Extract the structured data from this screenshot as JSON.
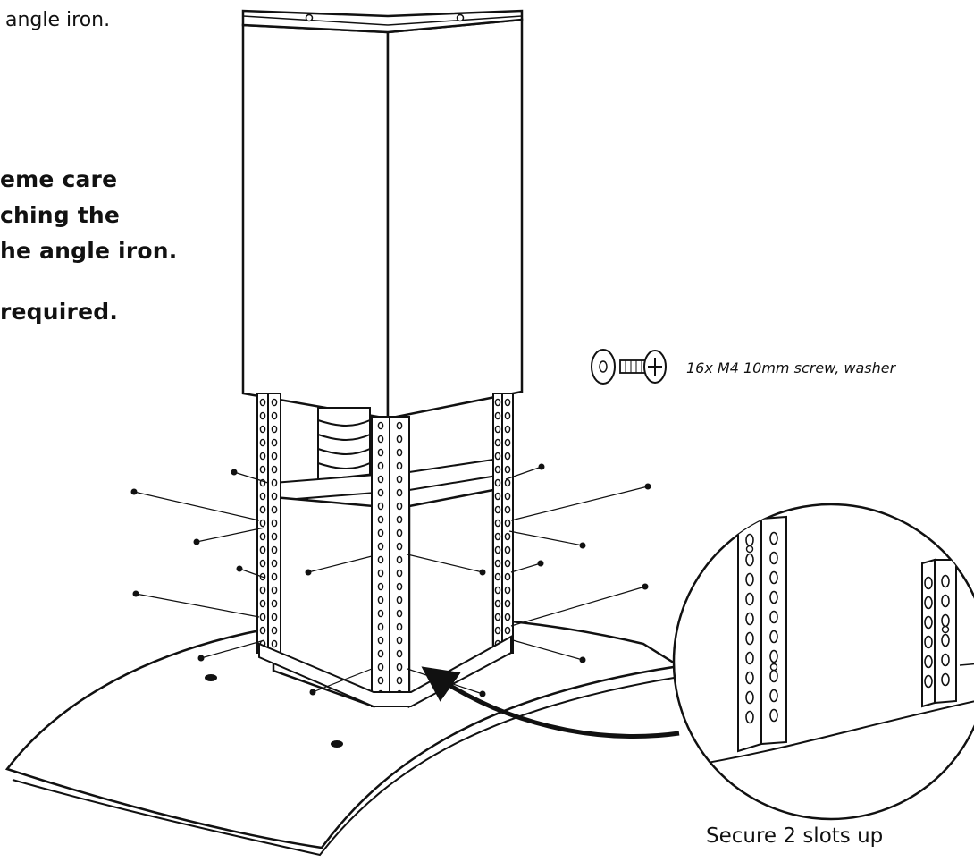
{
  "instructions": {
    "line_intro": "angle iron.",
    "caution_lines": [
      "eme care",
      "ching the",
      "he angle iron."
    ],
    "required_line": "required."
  },
  "hardware": {
    "label": "16x M4 10mm screw, washer",
    "icons": [
      "washer-icon",
      "screw-icon"
    ]
  },
  "detail": {
    "caption": "Secure 2 slots up"
  },
  "colors": {
    "ink": "#111111",
    "paper": "#ffffff"
  }
}
